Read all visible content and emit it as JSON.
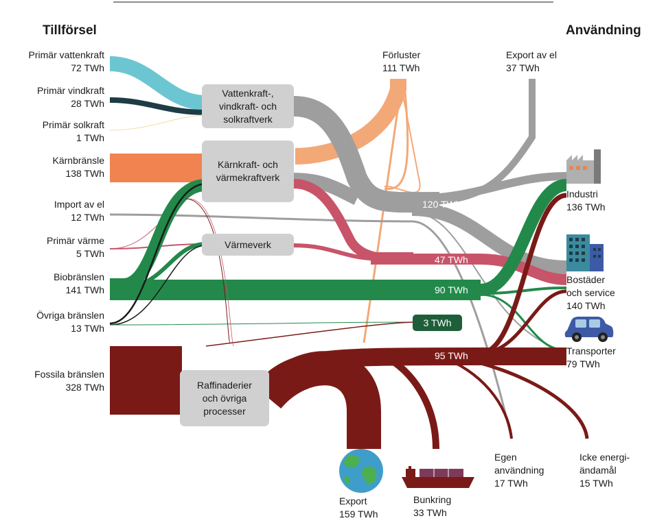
{
  "headers": {
    "supply": "Tillförsel",
    "use": "Användning"
  },
  "sources": [
    {
      "name": "Primär vattenkraft",
      "value": "72 TWh"
    },
    {
      "name": "Primär vindkraft",
      "value": "28 TWh"
    },
    {
      "name": "Primär solkraft",
      "value": "1 TWh"
    },
    {
      "name": "Kärnbränsle",
      "value": "138 TWh"
    },
    {
      "name": "Import av el",
      "value": "12 TWh"
    },
    {
      "name": "Primär värme",
      "value": "5 TWh"
    },
    {
      "name": "Biobränslen",
      "value": "141 TWh"
    },
    {
      "name": "Övriga bränslen",
      "value": "13 TWh"
    },
    {
      "name": "Fossila bränslen",
      "value": "328 TWh"
    }
  ],
  "processes": {
    "hydro_wind_solar": [
      "Vattenkraft-,",
      "vindkraft- och",
      "solkraftverk"
    ],
    "nuclear_chp": [
      "Kärnkraft- och",
      "värmekraftverk"
    ],
    "heat_plant": [
      "Värmeverk"
    ],
    "refineries": [
      "Raffinaderier",
      "och övriga",
      "processer"
    ]
  },
  "flow_labels": {
    "electricity": "120 TWh",
    "district_heat": "47 TWh",
    "biofuels": "90 TWh",
    "other_fuels": "3 TWh",
    "fossil": "95 TWh"
  },
  "sinks_top": {
    "losses": {
      "name": "Förluster",
      "value": "111 TWh"
    },
    "export_el": {
      "name": "Export av el",
      "value": "37 TWh"
    }
  },
  "uses": [
    {
      "name": [
        "Industri"
      ],
      "value": "136 TWh"
    },
    {
      "name": [
        "Bostäder",
        "och service"
      ],
      "value": "140 TWh"
    },
    {
      "name": [
        "Transporter"
      ],
      "value": "79 TWh"
    }
  ],
  "sinks_bottom": [
    {
      "name": [
        "Export"
      ],
      "value": "159 TWh"
    },
    {
      "name": [
        "Bunkring"
      ],
      "value": "33 TWh"
    },
    {
      "name": [
        "Egen",
        "användning"
      ],
      "value": "17 TWh"
    },
    {
      "name": [
        "Icke energi-",
        "ändamål"
      ],
      "value": "15 TWh"
    }
  ],
  "colors": {
    "hydro": "#6cc6d2",
    "wind": "#1d3c45",
    "solar": "#f2e9c4",
    "nuclear": "#f08350",
    "losses": "#f3a877",
    "electricity": "#9e9e9e",
    "import": "#9e9e9e",
    "primary_heat": "#c8546a",
    "district_heat": "#c8546a",
    "biofuels": "#22894a",
    "other_fuels": "#1a1a1a",
    "fossil": "#7a1a17",
    "node": "#d0d0d0"
  },
  "icons": [
    "factory-icon",
    "building-icon",
    "car-icon",
    "globe-icon",
    "ship-icon"
  ]
}
